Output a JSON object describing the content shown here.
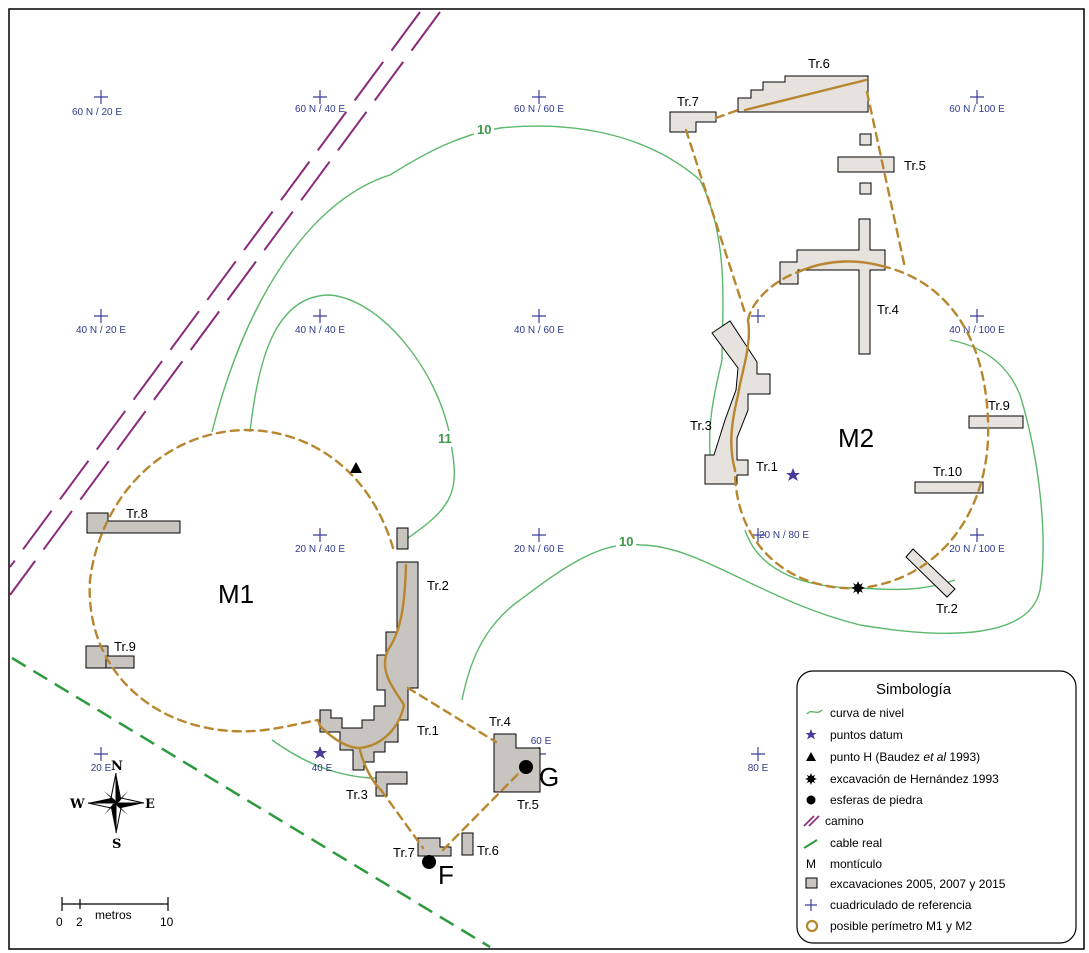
{
  "grid_labels": [
    "60 N / 20 E",
    "60 N / 40 E",
    "60 N / 60 E",
    "60 N / 100 E",
    "40 N / 20 E",
    "40 N / 40 E",
    "40 N / 60 E",
    "40 N / 100 E",
    "20 N / 40 E",
    "20 N / 60 E",
    "20 N / 80 E",
    "20 N / 100 E",
    "20 E",
    "40 E",
    "60 E",
    "80 E"
  ],
  "mounds": {
    "m1": "M1",
    "m2": "M2"
  },
  "trenches_m1": [
    "Tr.1",
    "Tr.2",
    "Tr.3",
    "Tr.4",
    "Tr.5",
    "Tr.6",
    "Tr.7",
    "Tr.8",
    "Tr.9"
  ],
  "trenches_m2": [
    "Tr.1",
    "Tr.2",
    "Tr.3",
    "Tr.4",
    "Tr.5",
    "Tr.6",
    "Tr.7",
    "Tr.9",
    "Tr.10"
  ],
  "spheres": {
    "f": "F",
    "g": "G"
  },
  "contours": {
    "upper_10": "10",
    "lower_10": "10",
    "eleven": "11"
  },
  "legend": {
    "title": "Simbología",
    "items": [
      "curva de nivel",
      "puntos datum",
      "punto H (Baudez ",
      "excavación de Hernández 1993",
      "esferas de piedra",
      "camino",
      "cable real",
      "montículo",
      "excavaciones 2005, 2007 y 2015",
      "cuadriculado de referencia",
      "posible perímetro M1 y M2"
    ],
    "baudez_italic": "et al",
    "baudez_tail": " 1993)",
    "mound_symbol": "M"
  },
  "compass": {
    "n": "N",
    "s": "S",
    "e": "E",
    "w": "W"
  },
  "scale": {
    "ticks": [
      "0",
      "2",
      "10"
    ],
    "unit": "metros"
  },
  "colors": {
    "contour": "#5cb86a",
    "perimeter": "#b8862e",
    "road": "#8a2a7a",
    "cable": "#2e9a3e",
    "grid": "#3a3f9a",
    "excavation_fill": "#c8c5c0"
  }
}
